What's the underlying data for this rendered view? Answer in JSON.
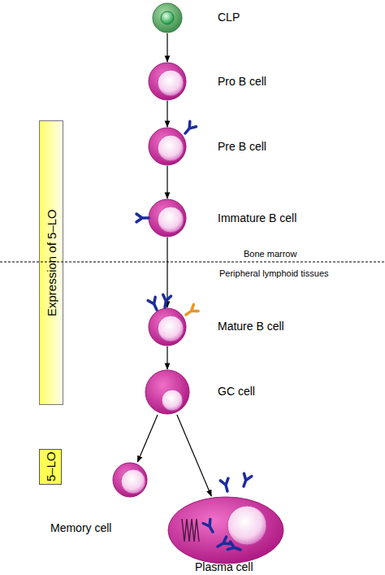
{
  "diagram": {
    "nodes": [
      {
        "text": [
          "CLP"
        ]
      },
      {
        "text": [
          "Pro B cell"
        ]
      },
      {
        "text": [
          "Pre B cell"
        ]
      },
      {
        "text": [
          "Immature B cell"
        ]
      },
      {
        "text": [
          "Mature B cell"
        ]
      },
      {
        "text": [
          "GC cell"
        ]
      },
      {
        "text": [
          "Memory cell"
        ]
      },
      {
        "text": [
          "Plasma cell"
        ]
      },
      {
        "text": [
          "Expression of 5–LO"
        ]
      },
      {
        "text": [
          "5–LO"
        ]
      }
    ],
    "edges": [
      {
        "from": 0,
        "to": 1,
        "arrow": "to"
      },
      {
        "from": 1,
        "to": 2,
        "arrow": "to"
      },
      {
        "from": 2,
        "to": 3,
        "arrow": "to"
      },
      {
        "from": 3,
        "to": 4,
        "arrow": "to"
      },
      {
        "from": 4,
        "to": 5,
        "arrow": "to"
      },
      {
        "from": 5,
        "to": 6,
        "arrow": "to"
      },
      {
        "from": 5,
        "to": 7,
        "arrow": "to"
      }
    ],
    "labels": [
      "Bone marrow",
      "Peripheral lymphoid tissues"
    ]
  }
}
